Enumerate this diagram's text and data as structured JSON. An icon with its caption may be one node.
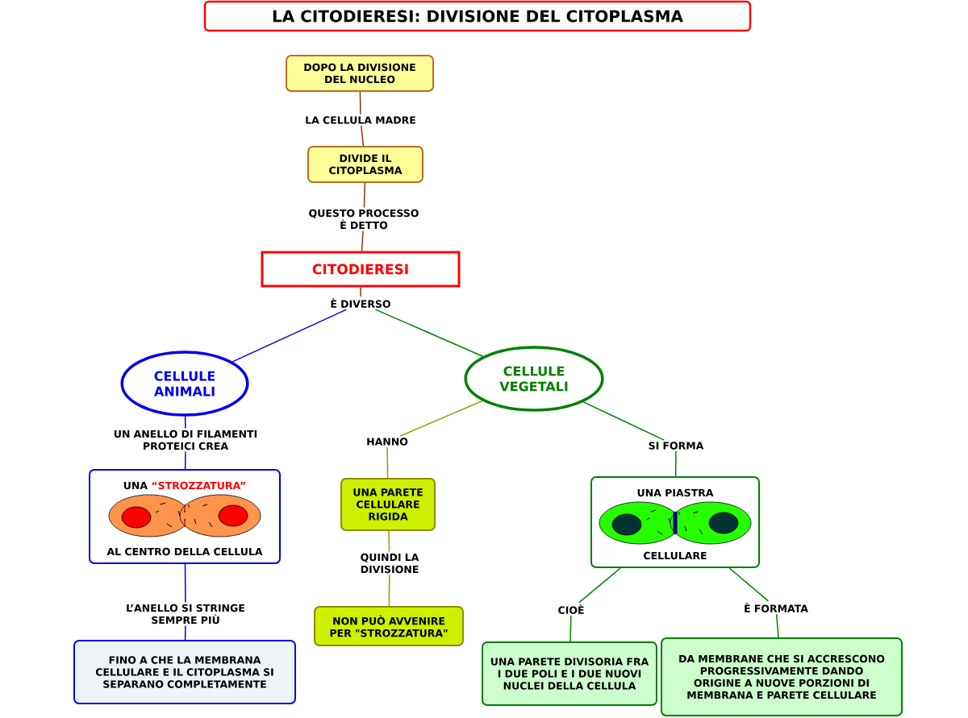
{
  "diagram": {
    "title": "LA CITODIERESI: DIVISIONE  DEL CITOPLASMA",
    "nodes": [
      {
        "text": [
          "DOPO LA DIVISIONE DEL NUCLEO"
        ]
      },
      {
        "text": [
          "LA CELLULA MADRE"
        ]
      },
      {
        "text": [
          "DIVIDE IL CITOPLASMA"
        ]
      },
      {
        "text": [
          "QUESTO PROCESSO È DETTO"
        ]
      },
      {
        "text": [
          "CITODIERESI"
        ]
      },
      {
        "text": [
          "È DIVERSO"
        ]
      },
      {
        "text": [
          "CELLULE ANIMALI"
        ]
      },
      {
        "text": [
          "CELLULE VEGETALI"
        ]
      },
      {
        "text": [
          "UN ANELLO DI FILAMENTI PROTEICI CREA"
        ]
      },
      {
        "text": [
          "UNA",
          "“STROZZATURA”",
          "AL CENTRO DELLA CELLULA"
        ]
      },
      {
        "text": [
          "L’ANELLO SI STRINGE SEMPRE PIÙ"
        ]
      },
      {
        "text": [
          "FINO A CHE LA MEMBRANA CELLULARE E IL CITOPLASMA SI SEPARANO COMPLETAMENTE"
        ]
      },
      {
        "text": [
          "HANNO"
        ]
      },
      {
        "text": [
          "UNA PARETE CELLULARE RIGIDA"
        ]
      },
      {
        "text": [
          "QUINDI LA DIVISIONE"
        ]
      },
      {
        "text": [
          "NON PUÒ AVVENIRE PER \"STROZZATURA\""
        ]
      },
      {
        "text": [
          "SI FORMA"
        ]
      },
      {
        "text": [
          "UNA PIASTRA",
          "CELLULARE"
        ]
      },
      {
        "text": [
          "CIOÈ"
        ]
      },
      {
        "text": [
          "È FORMATA"
        ]
      },
      {
        "text": [
          "UNA PARETE DIVISORIA FRA I DUE POLI E I DUE NUOVI NUCLEI DELLA CELLULA"
        ]
      },
      {
        "text": [
          "DA MEMBRANE CHE SI ACCRESCONO PROGRESSIVAMENTE DANDO ORIGINE A NUOVE PORZIONI DI MEMBRANA E PARETE CELLULARE"
        ]
      }
    ],
    "edges": [
      {
        "from": 0,
        "to": 1,
        "arrow": "none",
        "color": "#8b3a0f"
      },
      {
        "from": 1,
        "to": 2,
        "arrow": "none",
        "color": "#8b3a0f"
      },
      {
        "from": 2,
        "to": 3,
        "arrow": "none",
        "color": "#8b3a0f"
      },
      {
        "from": 3,
        "to": 4,
        "arrow": "none",
        "color": "#8b3a0f"
      },
      {
        "from": 4,
        "to": 5,
        "arrow": "none",
        "color": "#8b3a0f"
      },
      {
        "from": 5,
        "to": 6,
        "arrow": "none",
        "color": "#0000ee"
      },
      {
        "from": 5,
        "to": 7,
        "arrow": "none"
      },
      {
        "from": 6,
        "to": 8,
        "arrow": "none",
        "color": "#0000ee"
      },
      {
        "from": 8,
        "to": 9,
        "arrow": "none",
        "color": "#0000ee"
      },
      {
        "from": 9,
        "to": 10,
        "arrow": "none",
        "color": "#0000ee"
      },
      {
        "from": 10,
        "to": 11,
        "arrow": "none",
        "color": "#0000ee"
      },
      {
        "from": 7,
        "to": 12,
        "arrow": "none",
        "color": "#999900"
      },
      {
        "from": 12,
        "to": 13,
        "arrow": "none",
        "color": "#999900"
      },
      {
        "from": 13,
        "to": 14,
        "arrow": "none",
        "color": "#999900"
      },
      {
        "from": 14,
        "to": 15,
        "arrow": "none",
        "color": "#999900"
      },
      {
        "from": 7,
        "to": 16,
        "arrow": "none"
      },
      {
        "from": 16,
        "to": 17,
        "arrow": "none"
      },
      {
        "from": 17,
        "to": 18,
        "arrow": "none"
      },
      {
        "from": 18,
        "to": 20,
        "arrow": "none"
      },
      {
        "from": 17,
        "to": 19,
        "arrow": "none"
      },
      {
        "from": 19,
        "to": 21,
        "arrow": "none"
      }
    ]
  }
}
